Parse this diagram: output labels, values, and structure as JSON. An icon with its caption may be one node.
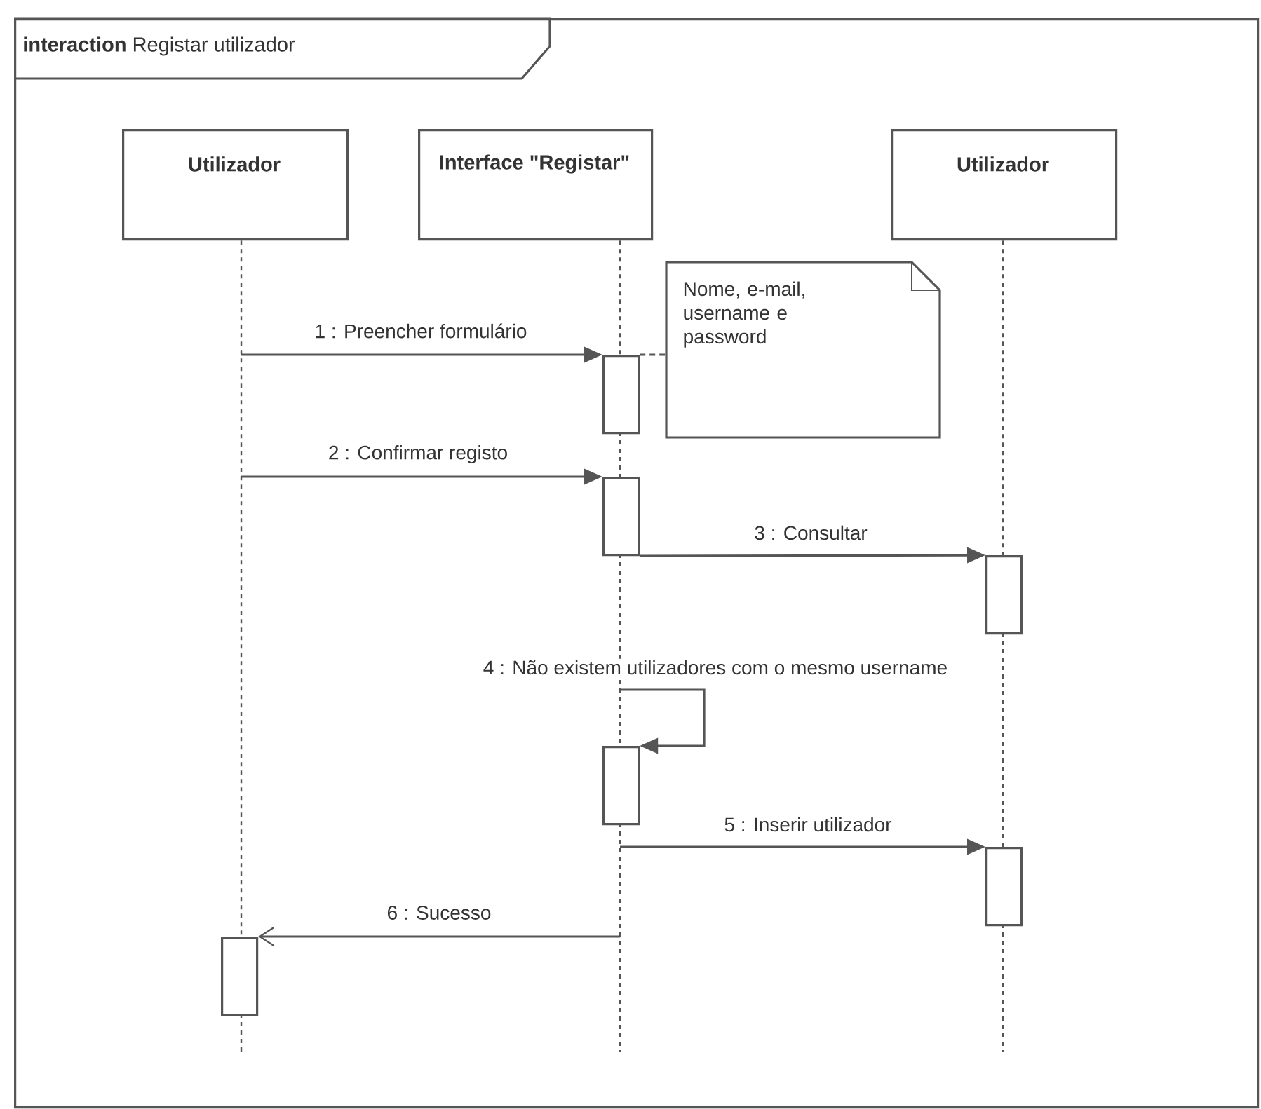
{
  "diagram": {
    "nodes": [
      {
        "text": [
          "**interaction** Registar utilizador"
        ]
      },
      {
        "text": [
          "Utilizador"
        ],
        "in": 0
      },
      {
        "text": [
          "Interface \"Registar\""
        ],
        "in": 0
      },
      {
        "text": [
          "Utilizador"
        ],
        "in": 0
      },
      {
        "text": [
          "Nome, e-mail, username e password"
        ],
        "in": 0
      },
      {
        "text": [],
        "shape": "box",
        "in": 0
      },
      {
        "text": [],
        "shape": "box",
        "in": 0
      },
      {
        "text": [],
        "shape": "box",
        "in": 0
      },
      {
        "text": [],
        "shape": "box",
        "in": 0
      },
      {
        "text": [],
        "shape": "box",
        "in": 0
      },
      {
        "text": [],
        "shape": "box",
        "in": 0
      }
    ],
    "edges": [
      {
        "from": null,
        "to": 5,
        "arrow": "to",
        "label": "1 : Preencher formulário"
      },
      {
        "from": null,
        "to": 6,
        "arrow": "to",
        "label": "2 : Confirmar registo"
      },
      {
        "from": 6,
        "to": 7,
        "arrow": "to",
        "label": "3 : Consultar"
      },
      {
        "from": null,
        "to": 8,
        "arrow": "to",
        "label": "4 : Não existem utilizadores com o mesmo username"
      },
      {
        "from": null,
        "to": 9,
        "arrow": "to",
        "label": "5 : Inserir utilizador"
      },
      {
        "from": null,
        "to": 10,
        "arrow": "to",
        "label": "6 : Sucesso"
      },
      {
        "from": 5,
        "to": 4,
        "arrow": "none",
        "style": "dashed"
      },
      {
        "from": 1,
        "to": null,
        "arrow": "none",
        "style": "dashed"
      },
      {
        "from": 2,
        "to": null,
        "arrow": "none",
        "style": "dashed"
      },
      {
        "from": 3,
        "to": null,
        "arrow": "none",
        "style": "dashed"
      }
    ]
  }
}
